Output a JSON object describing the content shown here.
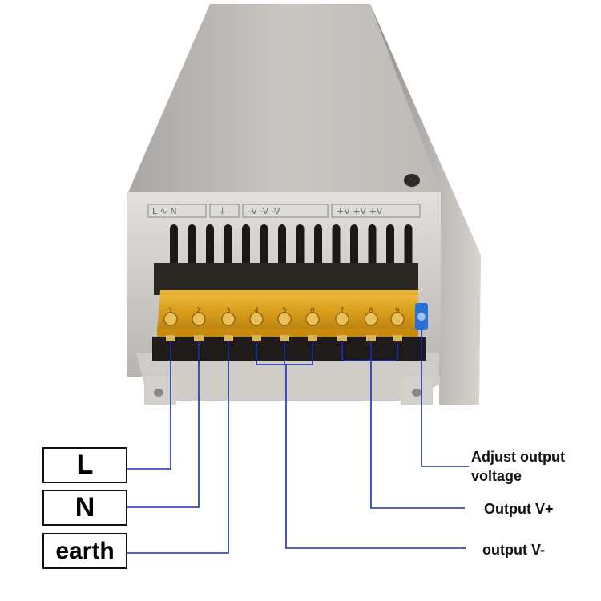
{
  "left_labels": {
    "line": "L",
    "neutral": "N",
    "earth": "earth"
  },
  "right_labels": {
    "adjust": "Adjust output voltage",
    "v_plus": "Output V+",
    "v_minus": "output V-"
  },
  "terminal_markings": {
    "group_input": "L ∿ N",
    "group_ground": "⏚",
    "group_negative": "-V  -V  -V",
    "group_positive": "+V  +V  +V"
  },
  "terminal_numbers": [
    "1",
    "2",
    "3",
    "4",
    "5",
    "6",
    "7",
    "8",
    "9"
  ],
  "colors": {
    "wire": "#1a2db3",
    "terminal_cover": "#e0a21a",
    "chassis": "#b9b6b2",
    "trimpot": "#2a6fd6"
  }
}
